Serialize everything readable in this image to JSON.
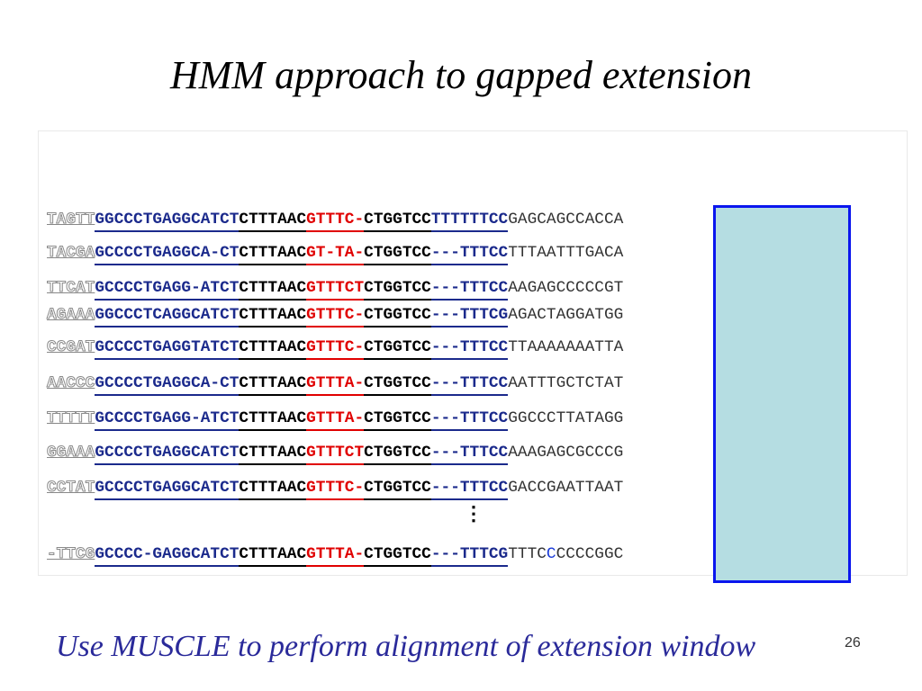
{
  "slide": {
    "title": "HMM approach to gapped extension",
    "caption": "Use MUSCLE to perform alignment of extension window",
    "page_number": "26",
    "vertical_ellipsis": "⋮"
  },
  "colors": {
    "segment_blue": "#1b2a8c",
    "segment_black": "#000000",
    "segment_red": "#e00000",
    "window_fill": "#b5dde2",
    "window_border": "#0a16ee",
    "caption": "#2a2a9a"
  },
  "alignment": {
    "rows": [
      {
        "prefix": "TAGTT",
        "s1": "GGCCCTGAGGCATCT",
        "s2": "CTTTAAC",
        "s3": "GTTTC-",
        "s4": "CTGGTCC",
        "s5": "TTTTTTCC",
        "ext": "GAGCAGCCACCA"
      },
      {
        "prefix": "TACGA",
        "s1": "GCCCCTGAGGCA-CT",
        "s2": "CTTTAAC",
        "s3": "GT-TA-",
        "s4": "CTGGTCC",
        "s5": "---TTTCC",
        "ext": "TTTAATTTGACA"
      },
      {
        "prefix": "TTCAT",
        "s1": "GCCCCTGAGG-ATCT",
        "s2": "CTTTAAC",
        "s3": "GTTTCT",
        "s4": "CTGGTCC",
        "s5": "---TTTCC",
        "ext": "AAGAGCCCCCGT"
      },
      {
        "prefix": "AGAAA",
        "s1": "GGCCCTCAGGCATCT",
        "s2": "CTTTAAC",
        "s3": "GTTTC-",
        "s4": "CTGGTCC",
        "s5": "---TTTCG",
        "ext": "AGACTAGGATGG"
      },
      {
        "prefix": "CCGAT",
        "s1": "GCCCCTGAGGTATCT",
        "s2": "CTTTAAC",
        "s3": "GTTTC-",
        "s4": "CTGGTCC",
        "s5": "---TTTCC",
        "ext": "TTAAAAAAATTA"
      },
      {
        "prefix": "AACCC",
        "s1": "GCCCCTGAGGCA-CT",
        "s2": "CTTTAAC",
        "s3": "GTTTA-",
        "s4": "CTGGTCC",
        "s5": "---TTTCC",
        "ext": "AATTTGCTCTAT"
      },
      {
        "prefix": "TTTTT",
        "s1": "GCCCCTGAGG-ATCT",
        "s2": "CTTTAAC",
        "s3": "GTTTA-",
        "s4": "CTGGTCC",
        "s5": "---TTTCC",
        "ext": "GGCCCTTATAGG"
      },
      {
        "prefix": "GGAAA",
        "s1": "GCCCCTGAGGCATCT",
        "s2": "CTTTAAC",
        "s3": "GTTTCT",
        "s4": "CTGGTCC",
        "s5": "---TTTCC",
        "ext": "AAAGAGCGCCCG"
      },
      {
        "prefix": "CCTAT",
        "s1": "GCCCCTGAGGCATCT",
        "s2": "CTTTAAC",
        "s3": "GTTTC-",
        "s4": "CTGGTCC",
        "s5": "---TTTCC",
        "ext": "GACCGAATTAAT"
      },
      {
        "prefix": "-TTCG",
        "s1": "GCCCC-GAGGCATCT",
        "s2": "CTTTAAC",
        "s3": "GTTTA-",
        "s4": "CTGGTCC",
        "s5": "---TTTCG",
        "ext_a": "TTTC",
        "ext_hl": "C",
        "ext_b": "CCCCGGC"
      }
    ]
  }
}
